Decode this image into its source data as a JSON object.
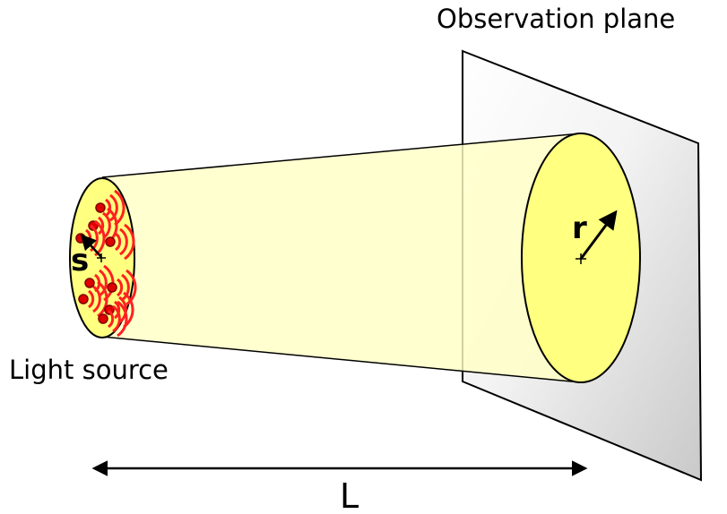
{
  "labels": {
    "observation_plane": "Observation plane",
    "light_source": "Light source",
    "source_vector": "s",
    "observation_vector": "r",
    "distance": "L"
  },
  "colors": {
    "beam_fill": "#ffffc6",
    "ellipse_fill": "#ffff80",
    "emitter_dot": "#e00000",
    "wave_arcs": "#ff2020",
    "stroke": "#000000",
    "plane_light": "#ffffff",
    "plane_dark": "#cfcfcf"
  }
}
